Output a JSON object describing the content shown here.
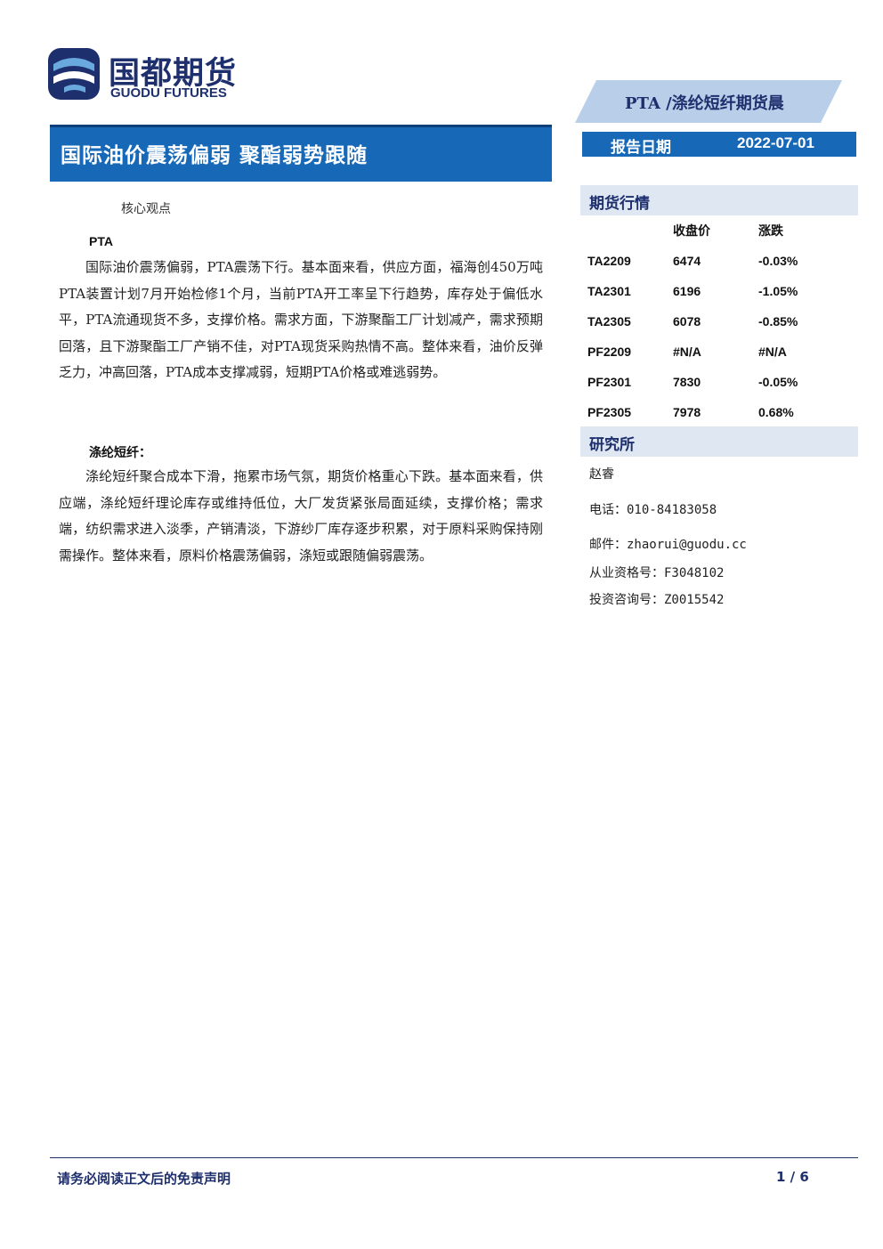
{
  "logo": {
    "name_cn": "国都期货",
    "name_en": "GUODU FUTURES"
  },
  "header": {
    "banner": "PTA /涤纶短纤期货晨",
    "title": "国际油价震荡偏弱  聚酯弱势跟随",
    "report_date_label": "报告日期",
    "report_date": "2022-07-01"
  },
  "core": {
    "label": "核心观点",
    "pta_heading": "PTA",
    "pta_text": "国际油价震荡偏弱，PTA震荡下行。基本面来看，供应方面，福海创450万吨PTA装置计划7月开始检修1个月，当前PTA开工率呈下行趋势，库存处于偏低水平，PTA流通现货不多，支撑价格。需求方面，下游聚酯工厂计划减产，需求预期回落，且下游聚酯工厂产销不佳，对PTA现货采购热情不高。整体来看，油价反弹乏力，冲高回落，PTA成本支撑减弱，短期PTA价格或难逃弱势。",
    "psf_heading": "涤纶短纤：",
    "psf_text": "涤纶短纤聚合成本下滑，拖累市场气氛，期货价格重心下跌。基本面来看，供应端，涤纶短纤理论库存或维持低位，大厂发货紧张局面延续，支撑价格；需求端，纺织需求进入淡季，产销清淡，下游纱厂库存逐步积累，对于原料采购保持刚需操作。整体来看，原料价格震荡偏弱，涤短或跟随偏弱震荡。"
  },
  "market": {
    "heading": "期货行情",
    "col_close": "收盘价",
    "col_change": "涨跌",
    "rows": [
      {
        "contract": "TA2209",
        "close": "6474",
        "change": "-0.03%"
      },
      {
        "contract": "TA2301",
        "close": "6196",
        "change": "-1.05%"
      },
      {
        "contract": "TA2305",
        "close": "6078",
        "change": "-0.85%"
      },
      {
        "contract": "PF2209",
        "close": "#N/A",
        "change": "#N/A"
      },
      {
        "contract": "PF2301",
        "close": "7830",
        "change": "-0.05%"
      },
      {
        "contract": "PF2305",
        "close": "7978",
        "change": "0.68%"
      }
    ]
  },
  "research": {
    "heading": "研究所",
    "name": "赵睿",
    "phone": "电话：010-84183058",
    "email": "邮件：zhaorui@guodu.cc",
    "license": "从业资格号：F3048102",
    "advisor": "投资咨询号：Z0015542"
  },
  "footer": {
    "disclaimer": "请务必阅读正文后的免责声明",
    "page": "1 / 6"
  },
  "colors": {
    "brand_blue": "#1769b8",
    "navy": "#1e2f6e",
    "light_blue": "#dfe7f2"
  }
}
